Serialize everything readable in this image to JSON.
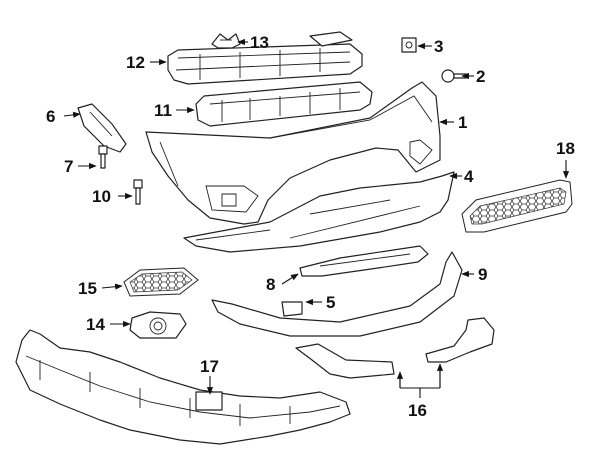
{
  "diagram": {
    "background": "#ffffff",
    "line_color": "#222222",
    "callouts": [
      "1",
      "2",
      "3",
      "4",
      "5",
      "6",
      "7",
      "8",
      "9",
      "10",
      "11",
      "12",
      "13",
      "14",
      "15",
      "16",
      "17",
      "18"
    ]
  }
}
